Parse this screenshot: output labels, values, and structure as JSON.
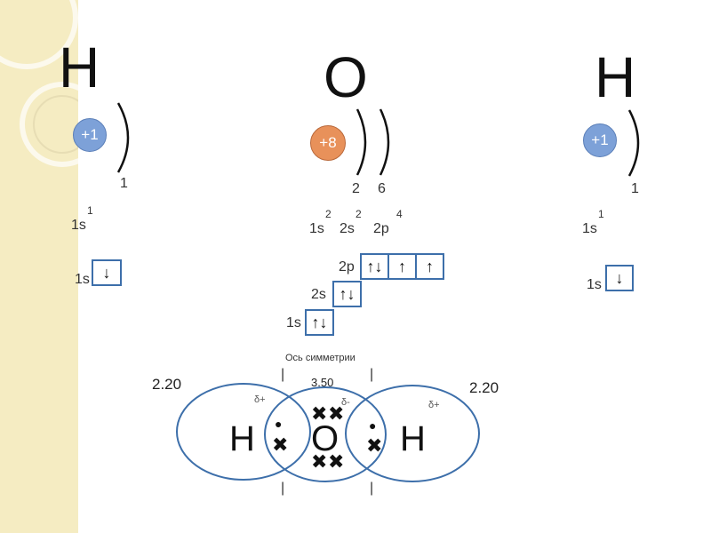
{
  "atoms": {
    "left_h": {
      "symbol": "H",
      "charge": "+1",
      "shell_counts": [
        "1"
      ],
      "config": "1s",
      "config_sup": "1",
      "box_label": "1s",
      "box_arrow": "↓"
    },
    "oxygen": {
      "symbol": "O",
      "charge": "+8",
      "shell_counts": [
        "2",
        "6"
      ],
      "config_parts": [
        {
          "text": "1s",
          "sup": "2"
        },
        {
          "text": "2s",
          "sup": "2"
        },
        {
          "text": "2p",
          "sup": "4"
        }
      ]
    },
    "right_h": {
      "symbol": "H",
      "charge": "+1",
      "shell_counts": [
        "1"
      ],
      "config": "1s",
      "config_sup": "1",
      "box_label": "1s",
      "box_arrow": "↓"
    }
  },
  "orbital_diagram": {
    "levels": [
      {
        "label": "2p",
        "cells": [
          "↑↓",
          "↑",
          "↑"
        ]
      },
      {
        "label": "2s",
        "cells": [
          "↑↓"
        ]
      },
      {
        "label": "1s",
        "cells": [
          "↑↓"
        ]
      }
    ]
  },
  "molecule": {
    "axis_title": "Ось симметрии",
    "tick": "|",
    "electronegativity": {
      "left_h": "2.20",
      "oxygen": "3.50",
      "right_h": "2.20"
    },
    "partial_charges": {
      "left_h": "δ+",
      "oxygen": "δ-",
      "right_h": "δ+"
    },
    "symbols": {
      "left": "H",
      "center": "O",
      "right": "H"
    },
    "electron_dot": "●",
    "electron_cross": "✖"
  },
  "colors": {
    "sidebar": "#f5ecc2",
    "hydrogen_nucleus": "#7da1d8",
    "oxygen_nucleus": "#e8915a",
    "orbital_box": "#3d6faa",
    "molecule_ellipse": "#3d6faa"
  }
}
